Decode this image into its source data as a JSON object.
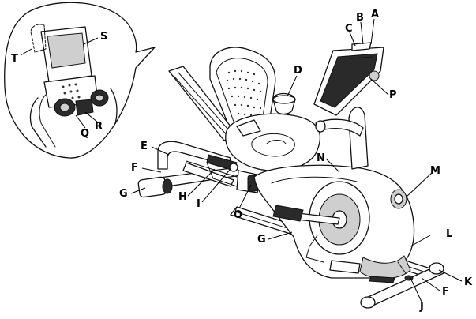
{
  "diagram": {
    "callouts": {
      "A": "A",
      "B": "B",
      "C": "C",
      "D": "D",
      "E": "E",
      "F_left": "F",
      "F_right": "F",
      "G_left": "G",
      "G_bottom": "G",
      "H": "H",
      "I": "I",
      "J": "J",
      "K": "K",
      "L": "L",
      "M": "M",
      "N": "N",
      "O": "O",
      "P": "P",
      "Q": "Q",
      "R": "R",
      "S": "S",
      "T": "T"
    }
  }
}
